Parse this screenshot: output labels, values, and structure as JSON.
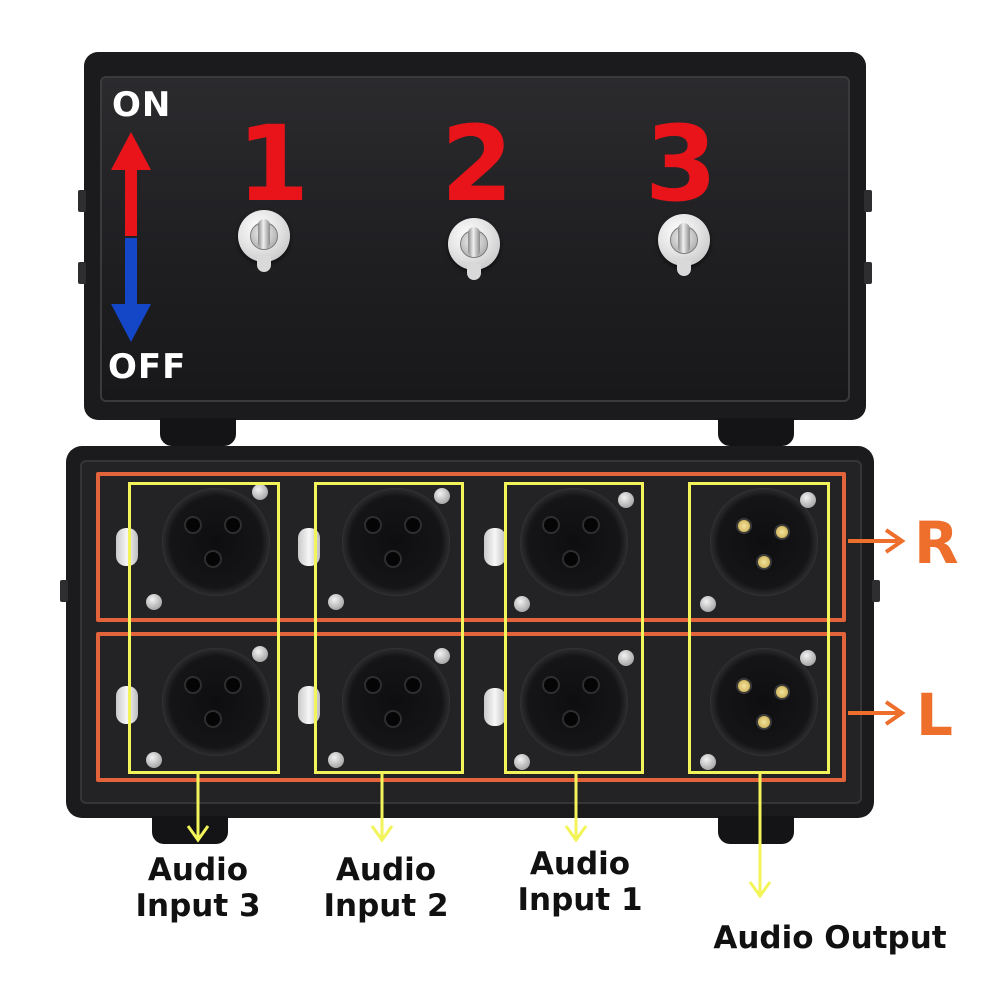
{
  "front_panel": {
    "on_label": "ON",
    "off_label": "OFF",
    "arrow_up_color": "#e8141a",
    "arrow_down_color": "#1446c8",
    "switches": [
      {
        "number": "1"
      },
      {
        "number": "2"
      },
      {
        "number": "3"
      }
    ]
  },
  "rear_panel": {
    "channels": [
      {
        "label": "R"
      },
      {
        "label": "L"
      }
    ],
    "highlight_colors": {
      "channel_box": "#e3643a",
      "jack_box": "#f3f35a"
    }
  },
  "io_labels": {
    "input3": {
      "line1": "Audio",
      "line2": "Input 3"
    },
    "input2": {
      "line1": "Audio",
      "line2": "Input 2"
    },
    "input1": {
      "line1": "Audio",
      "line2": "Input 1"
    },
    "output": "Audio Output"
  }
}
